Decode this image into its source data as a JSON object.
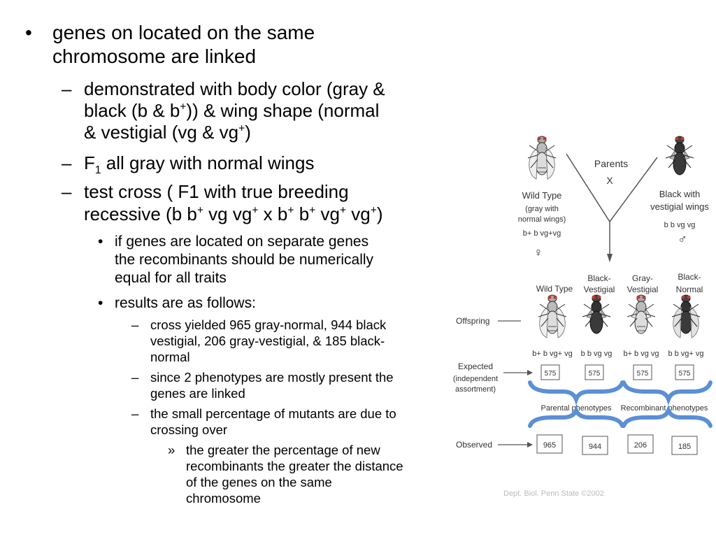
{
  "text": {
    "b1_l1": "genes on located on the same",
    "b1_l2": "chromosome are linked",
    "s1_l1": "demonstrated with body color (gray &",
    "s1_l2a": "black (b & b",
    "s1_l2b": ")) & wing shape (normal",
    "s1_l3a": "& vestigial (vg & vg",
    "s1_l3b": ")",
    "s2_a": "F",
    "s2_sub": "1",
    "s2_b": " all gray with normal wings",
    "s3_l1": "test cross ( F1 with true breeding",
    "s3_l2a": "recessive (b b",
    "s3_l2b": " vg vg",
    "s3_l2c": " x b",
    "s3_l2d": " b",
    "s3_l2e": " vg",
    "s3_l2f": " vg",
    "s3_l2g": ")",
    "plus": "+",
    "t1_l1": "if genes are located on separate genes",
    "t1_l2": "the recombinants should be numerically",
    "t1_l3": "equal for all traits",
    "t2_l1": "results are as follows:",
    "u1_l1": "cross yielded 965 gray-normal, 944 black",
    "u1_l2": "vestigial, 206 gray-vestigial, & 185 black-",
    "u1_l3": "normal",
    "u2_l1": "since 2 phenotypes are mostly present the",
    "u2_l2": "genes are linked",
    "u3_l1": "the small percentage of mutants are due to",
    "u3_l2": "crossing over",
    "v1_l1": "the greater the percentage of new",
    "v1_l2": "recombinants the greater the distance",
    "v1_l3": "of the genes on the same",
    "v1_l4": "chromosome"
  },
  "marks": {
    "bullet": "•",
    "dash": "–",
    "raquo": "»"
  },
  "diagram": {
    "parents": "Parents",
    "cross": "X",
    "wild_type": "Wild Type",
    "wild_desc1": "(gray with",
    "wild_desc2": "normal wings)",
    "wild_geno": "b+ b vg+vg",
    "female": "♀",
    "black_title1": "Black with",
    "black_title2": "vestigial wings",
    "black_geno": "b b vg vg",
    "male": "♂",
    "off_wild": "Wild Type",
    "off_bv1": "Black-",
    "off_bv2": "Vestigial",
    "off_gv1": "Gray-",
    "off_gv2": "Vestigial",
    "off_bn1": "Black-",
    "off_bn2": "Normal",
    "offspring": "Offspring",
    "g1": "b+ b vg+ vg",
    "g2": "b b vg vg",
    "g3": "b+ b  vg vg",
    "g4": "b  b vg+ vg",
    "expected": "Expected",
    "exp_desc1": "(independent",
    "exp_desc2": "assortment)",
    "e1": "575",
    "e2": "575",
    "e3": "575",
    "e4": "575",
    "parental": "Parental phenotypes",
    "recombinant": "Recombinant phenotypes",
    "observed": "Observed",
    "o1": "965",
    "o2": "944",
    "o3": "206",
    "o4": "185",
    "credit": "Dept. Biol. Penn State ©2002"
  },
  "colors": {
    "bracket": "#5b8fd6",
    "text": "#000000",
    "credit": "#bbbbbb",
    "diagram_text": "#333333"
  }
}
